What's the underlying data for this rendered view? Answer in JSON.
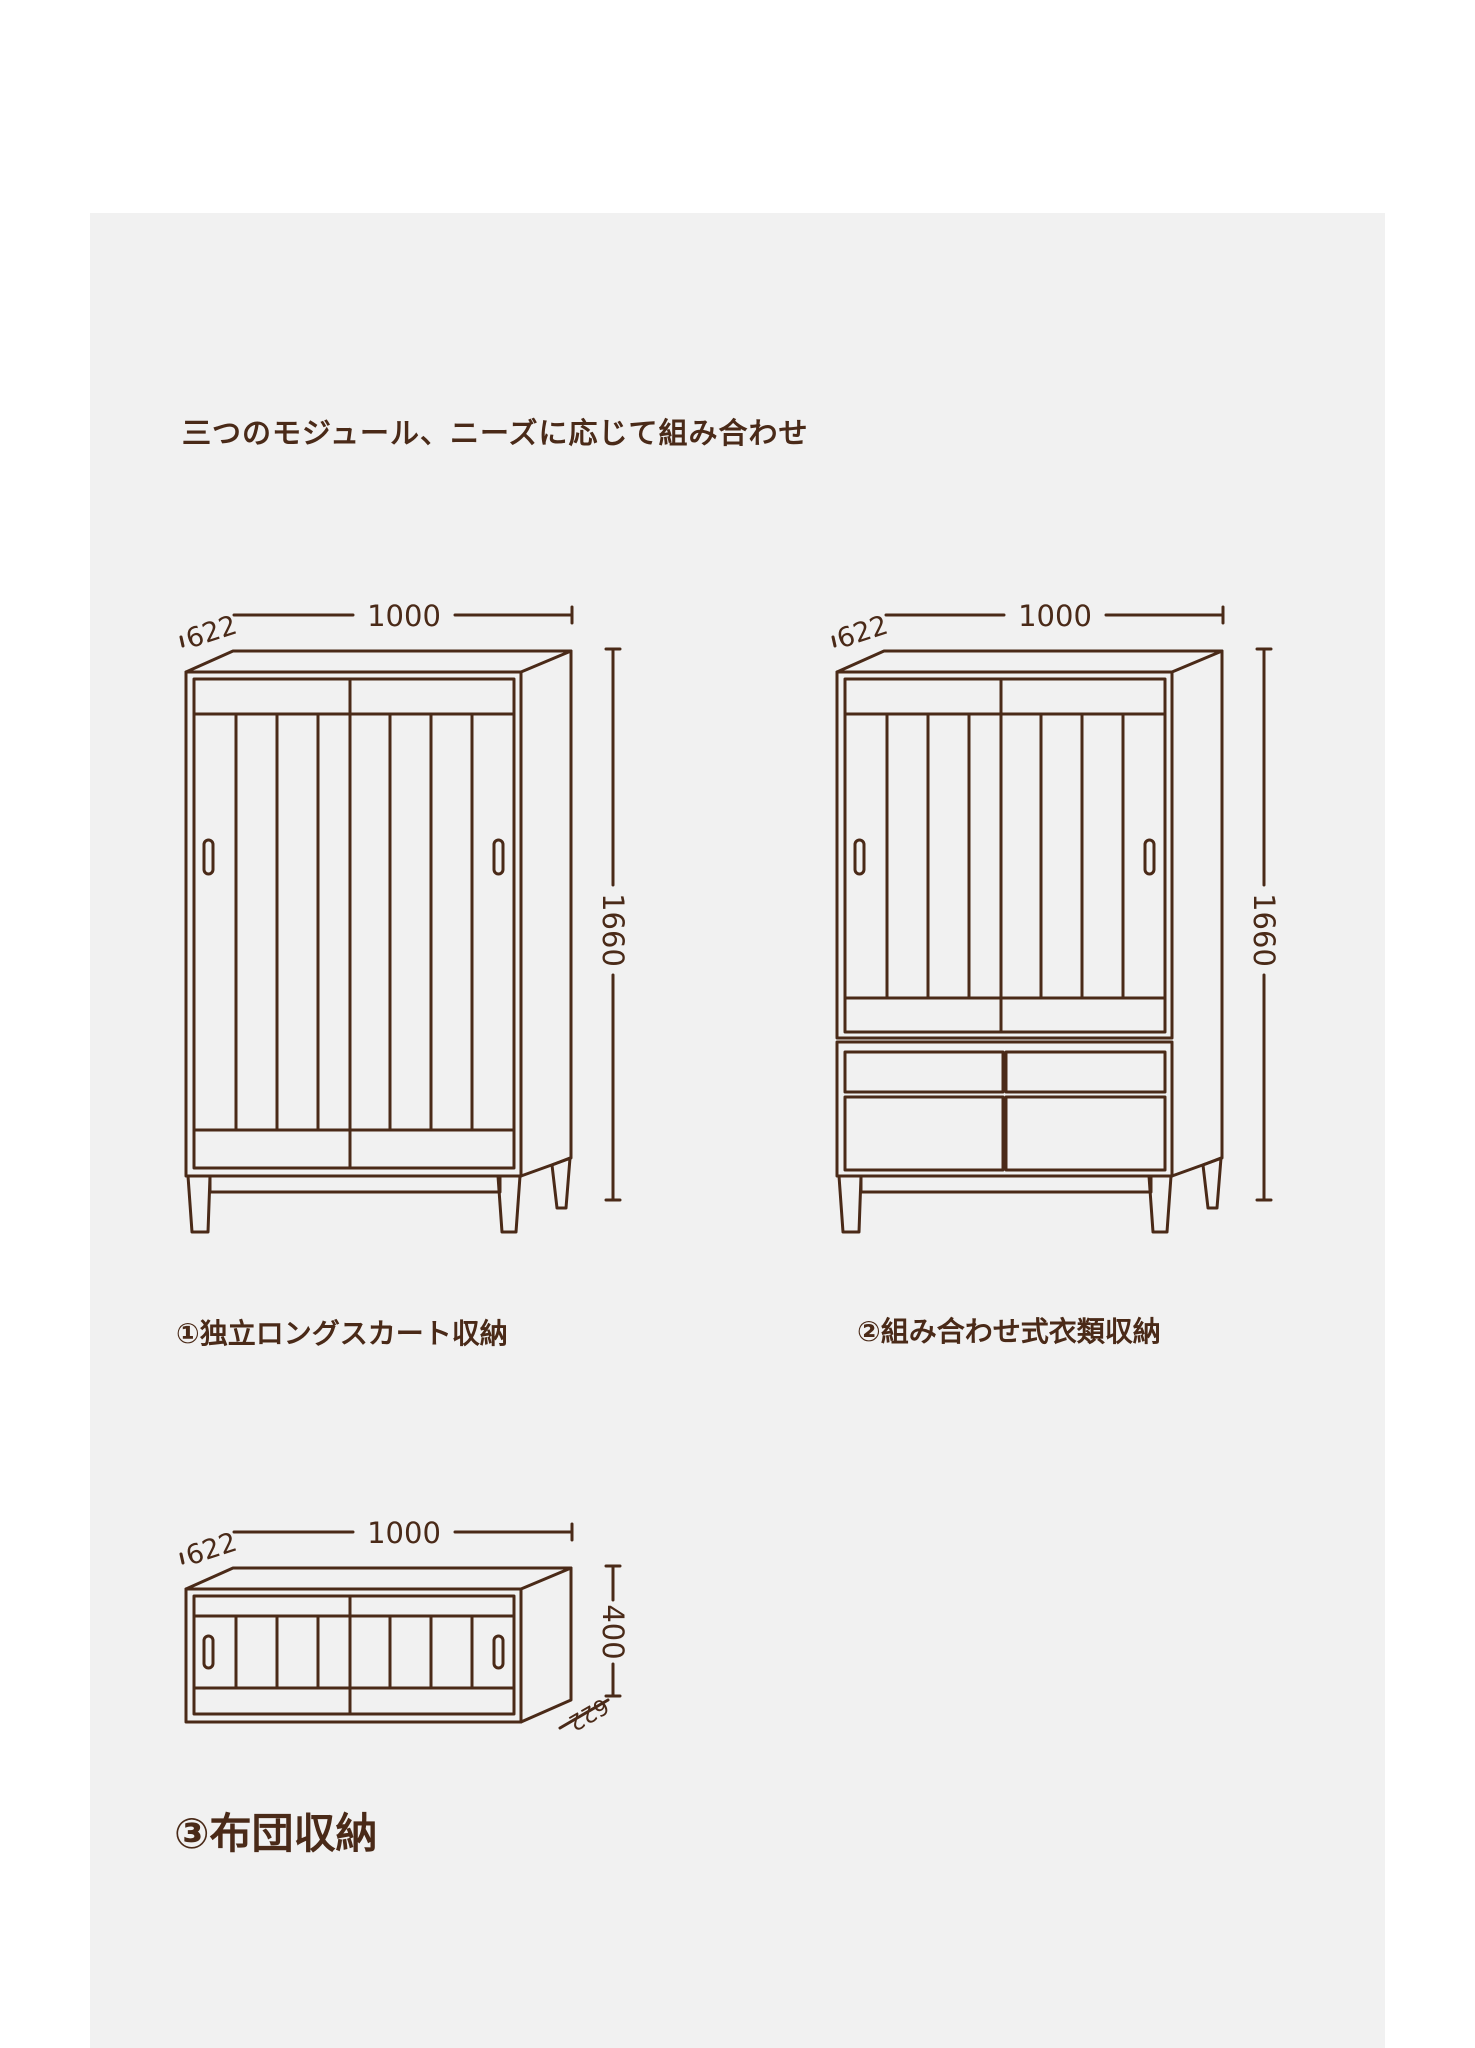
{
  "heading": "三つのモジュール、ニーズに応じて組み合わせ",
  "modules": [
    {
      "caption": "①独立ロングスカート収納",
      "width": "1000",
      "depth": "622",
      "height": "1660"
    },
    {
      "caption": "②組み合わせ式衣類収納",
      "width": "1000",
      "depth": "622",
      "height": "1660"
    },
    {
      "caption": "③布団収納",
      "width": "1000",
      "depth": "622",
      "height": "400",
      "depth_side": "622"
    }
  ],
  "colors": {
    "panel": "#f1f1f1",
    "line": "#4a2a18",
    "text": "#4a2a18"
  }
}
